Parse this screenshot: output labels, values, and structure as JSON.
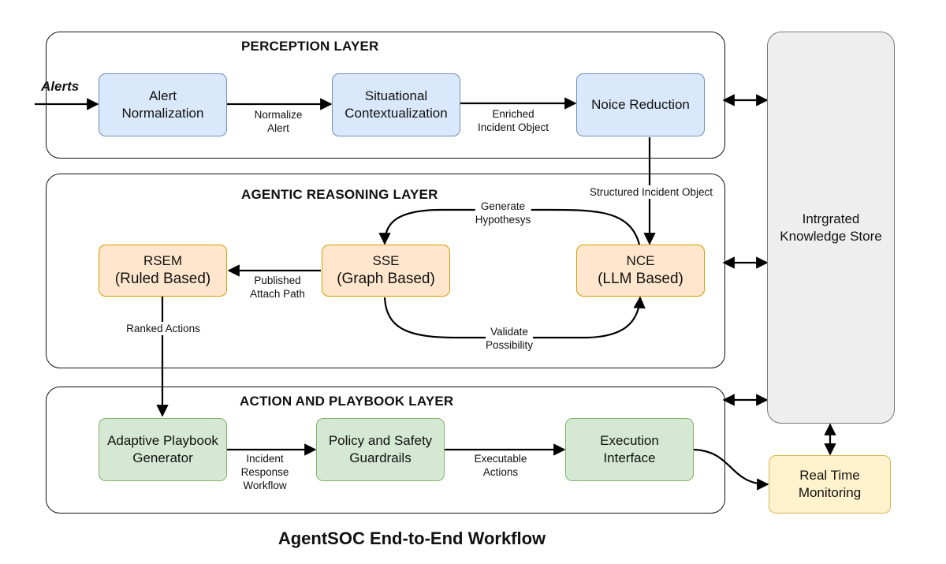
{
  "layers": {
    "perception": "PERCEPTION LAYER",
    "reasoning": "AGENTIC REASONING LAYER",
    "action": "ACTION AND PLAYBOOK LAYER"
  },
  "input": "Alerts",
  "nodes": {
    "alert_norm": [
      "Alert",
      "Normalization"
    ],
    "situational": [
      "Situational",
      "Contextualization"
    ],
    "noise": [
      "Noice Reduction"
    ],
    "rsem": [
      "RSEM",
      "(Ruled Based)"
    ],
    "sse": [
      "SSE",
      "(Graph Based)"
    ],
    "nce": [
      "NCE",
      "(LLM Based)"
    ],
    "playbook": [
      "Adaptive Playbook",
      "Generator"
    ],
    "policy": [
      "Policy and Safety",
      "Guardrails"
    ],
    "execution": [
      "Execution",
      "Interface"
    ],
    "knowledge": [
      "Intrgrated",
      "Knowledge Store"
    ],
    "monitoring": [
      "Real Time",
      "Monitoring"
    ]
  },
  "edges": {
    "normalize": [
      "Normalize",
      "Alert"
    ],
    "enriched": [
      "Enriched",
      "Incident Object"
    ],
    "structured": [
      "Structured Incident Object"
    ],
    "hypothesis": [
      "Generate",
      "Hypothesys"
    ],
    "validate": [
      "Validate",
      "Possibility"
    ],
    "published": [
      "Published",
      "Attach Path"
    ],
    "ranked": [
      "Ranked Actions"
    ],
    "workflow": [
      "Incident",
      "Response",
      "Workflow"
    ],
    "executable": [
      "Executable",
      "Actions"
    ]
  },
  "caption": "AgentSOC End-to-End Workflow",
  "colors": {
    "blue_fill": "#dae8fc",
    "blue_stroke": "#6c8ebf",
    "orange_fill": "#ffe6cc",
    "orange_stroke": "#d79b00",
    "green_fill": "#d5e8d4",
    "green_stroke": "#82b366",
    "gray_fill": "#eeeeee",
    "yellow_fill": "#fff2cc",
    "yellow_stroke": "#d6b656"
  }
}
